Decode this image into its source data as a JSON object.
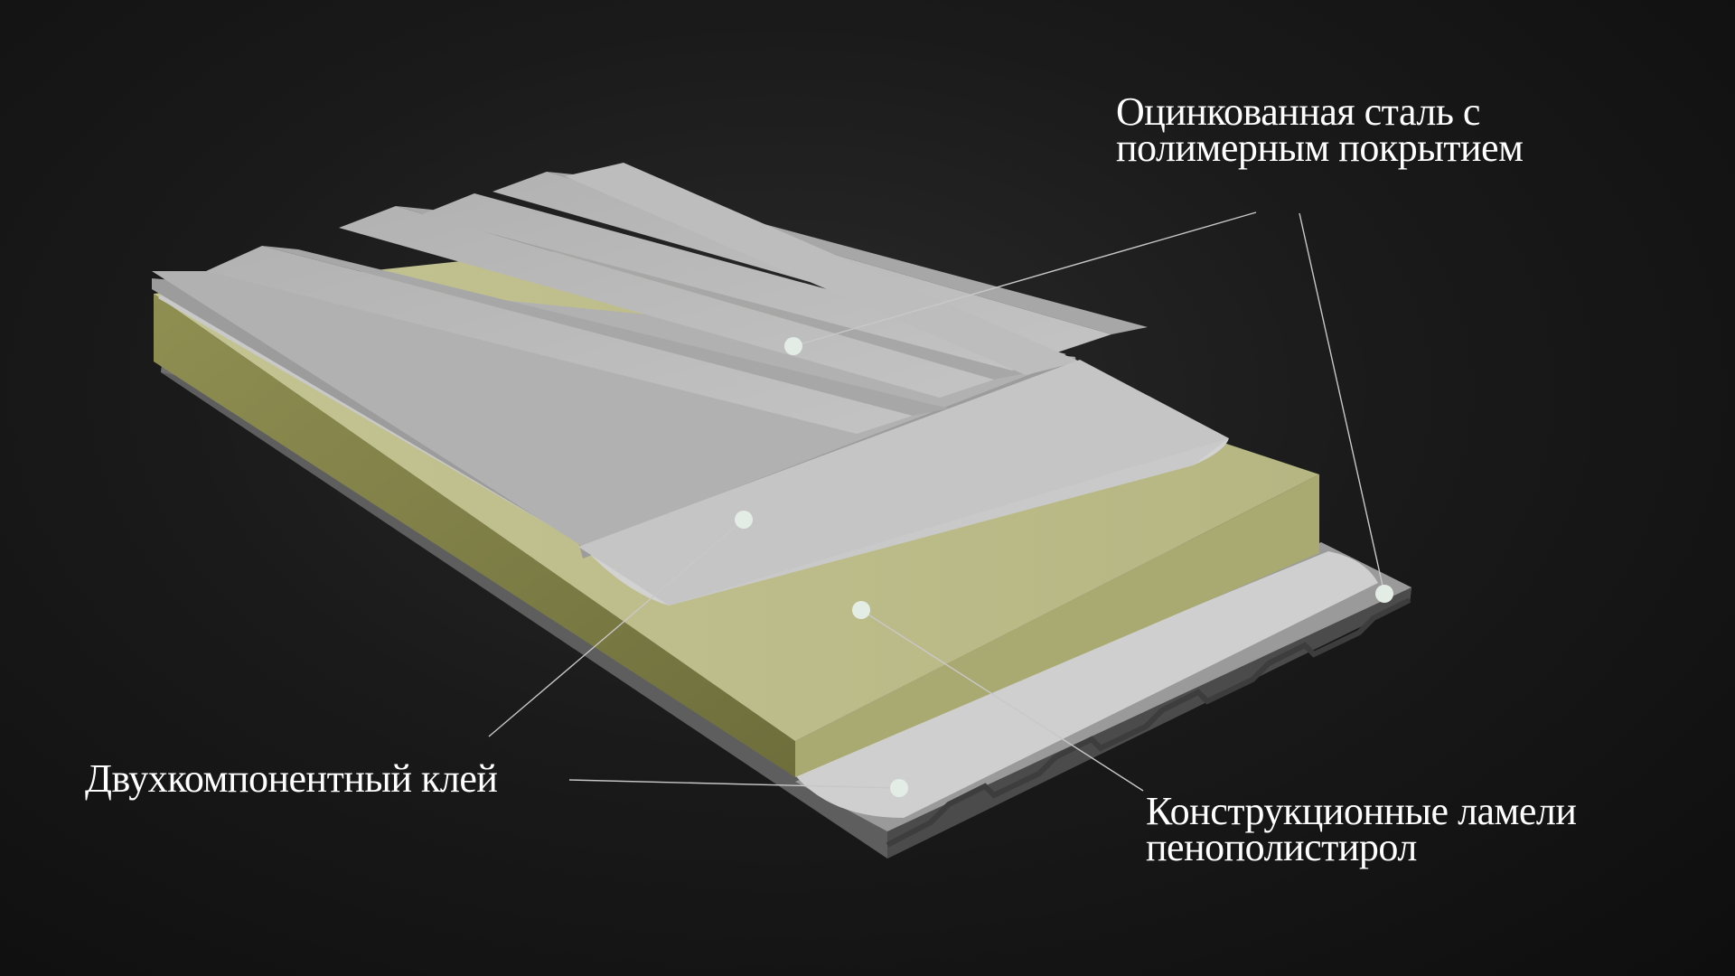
{
  "labels": {
    "steel": {
      "line1": "Оцинкованная сталь с",
      "line2": "полимерным покрытием"
    },
    "glue": {
      "line1": "Двухкомпонентный клей"
    },
    "lamella": {
      "line1": "Конструкционные ламели",
      "line2": "пенополистирол"
    }
  },
  "colors": {
    "background": "#141414",
    "steel": "#b9b9b9",
    "foam": "#bcbc87",
    "glue": "#c7c7c7",
    "callout": "#d8d8d8"
  }
}
